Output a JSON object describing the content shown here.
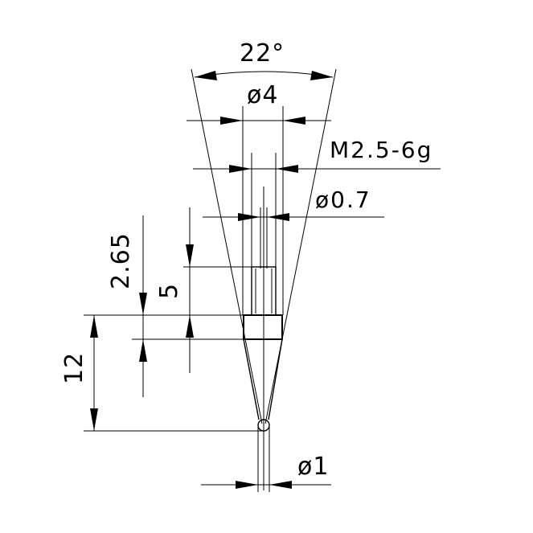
{
  "dimensions": {
    "angle": "22°",
    "d_head": "ø4",
    "thread": "M2.5-6g",
    "d_stem": "ø0.7",
    "len_thread": "2.65",
    "len_head": "5",
    "len_total": "12",
    "d_ball": "ø1"
  }
}
